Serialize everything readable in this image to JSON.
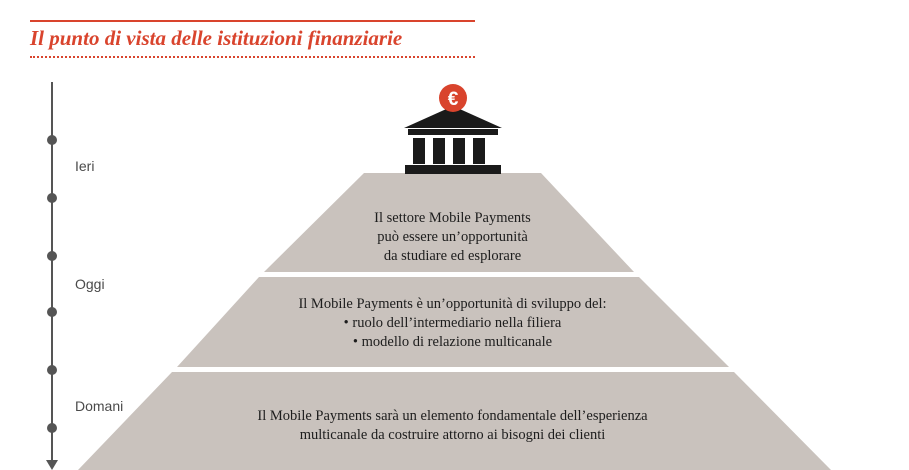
{
  "header": {
    "title": "Il punto di vista delle istituzioni finanziarie"
  },
  "timeline": {
    "labels": [
      "Ieri",
      "Oggi",
      "Domani"
    ]
  },
  "pyramid": {
    "icon": "bank-euro-icon",
    "icon_symbol": "€",
    "tiers": [
      {
        "lines": [
          "Il settore Mobile Payments",
          "può essere un’opportunità",
          "da studiare ed esplorare"
        ]
      },
      {
        "lines": [
          "Il Mobile Payments è un’opportunità di sviluppo del:",
          "• ruolo dell’intermediario nella filiera",
          "• modello di relazione multicanale"
        ]
      },
      {
        "lines": [
          "Il Mobile Payments sarà un elemento fondamentale dell’esperienza",
          "multicanale da costruire attorno ai bisogni dei clienti"
        ]
      }
    ]
  },
  "colors": {
    "accent": "#d9442d",
    "pyramid": "#c9c2bd",
    "timeline": "#555555",
    "icon": "#1a1a1a"
  }
}
